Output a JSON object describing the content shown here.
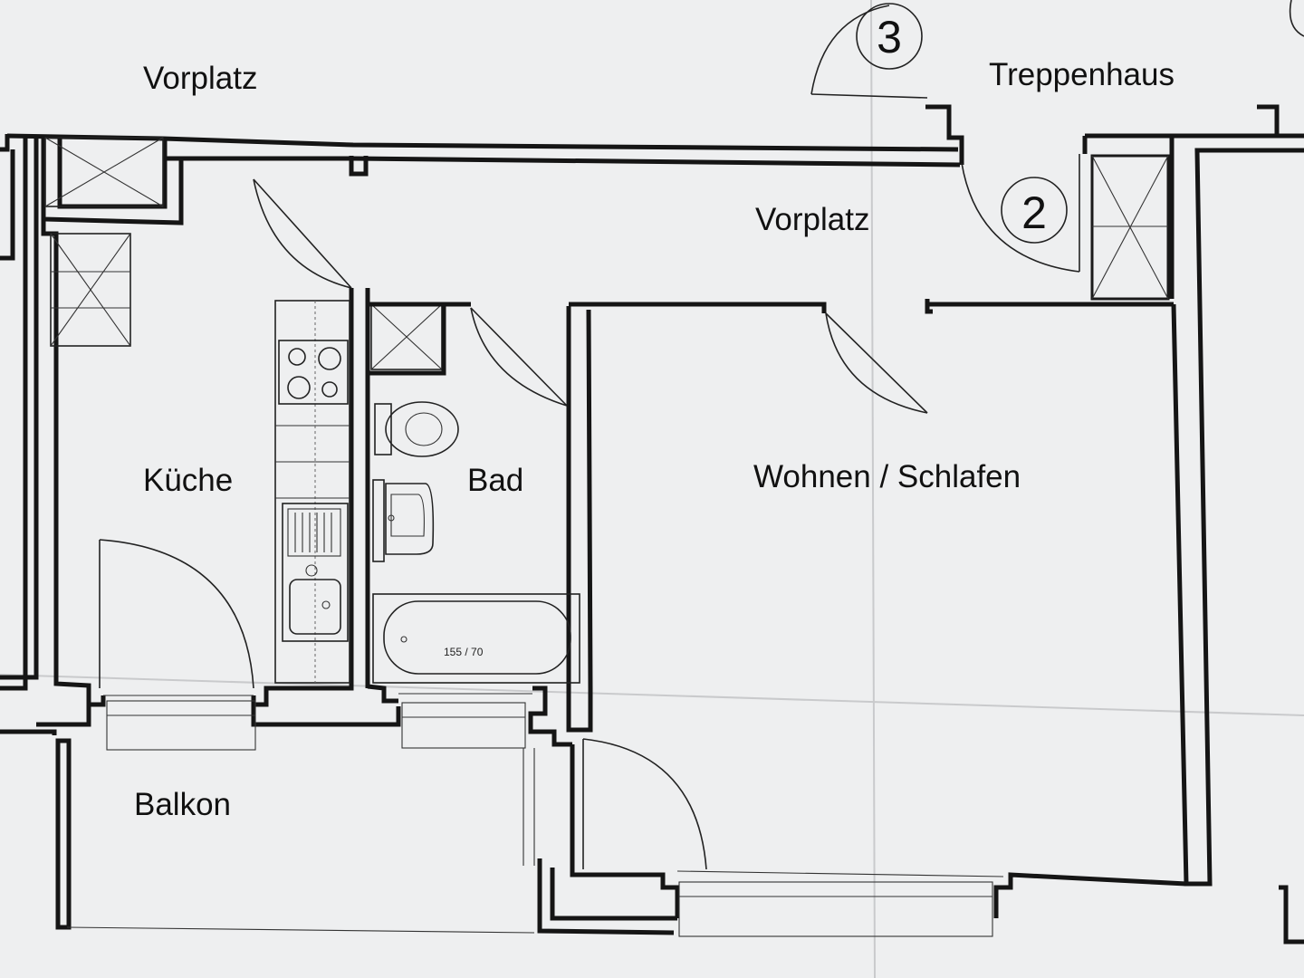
{
  "rooms": {
    "vorplatz_top": "Vorplatz",
    "treppenhaus": "Treppenhaus",
    "vorplatz_hall": "Vorplatz",
    "kueche": "Küche",
    "bad": "Bad",
    "wohnen_schlafen": "Wohnen / Schlafen",
    "balkon": "Balkon"
  },
  "markers": {
    "door_3": "3",
    "door_2": "2"
  },
  "fixtures": {
    "bathtub_size": "155 / 70"
  },
  "icons": [
    "shaft-icon",
    "stove-icon",
    "sink-icon",
    "toilet-icon",
    "washbasin-icon",
    "bathtub-icon",
    "door-swing-icon"
  ]
}
